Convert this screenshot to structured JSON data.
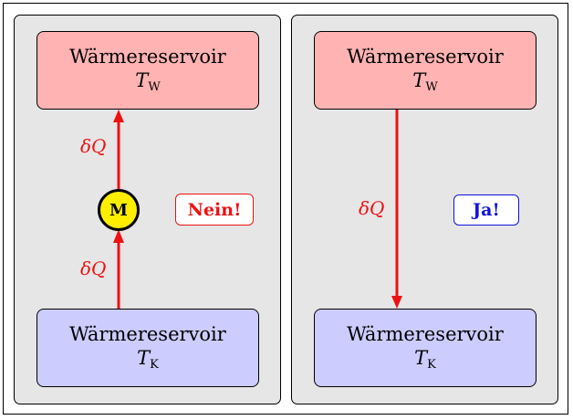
{
  "left_panel": {
    "hot_reservoir": {
      "name": "Wärmereservoir",
      "temp_symbol": "T",
      "temp_sub": "W"
    },
    "cold_reservoir": {
      "name": "Wärmereservoir",
      "temp_symbol": "T",
      "temp_sub": "K"
    },
    "dq_upper": "δQ",
    "dq_lower": "δQ",
    "motor_label": "M",
    "verdict": "Nein!"
  },
  "right_panel": {
    "hot_reservoir": {
      "name": "Wärmereservoir",
      "temp_symbol": "T",
      "temp_sub": "W"
    },
    "cold_reservoir": {
      "name": "Wärmereservoir",
      "temp_symbol": "T",
      "temp_sub": "K"
    },
    "dq": "δQ",
    "verdict": "Ja!"
  },
  "colors": {
    "hot": "#ffb3b3",
    "cold": "#ccccff",
    "panel": "#e6e6e6",
    "arrow": "#ee1111",
    "motor": "#ffee00",
    "no": "#ee1111",
    "yes": "#1111dd"
  }
}
